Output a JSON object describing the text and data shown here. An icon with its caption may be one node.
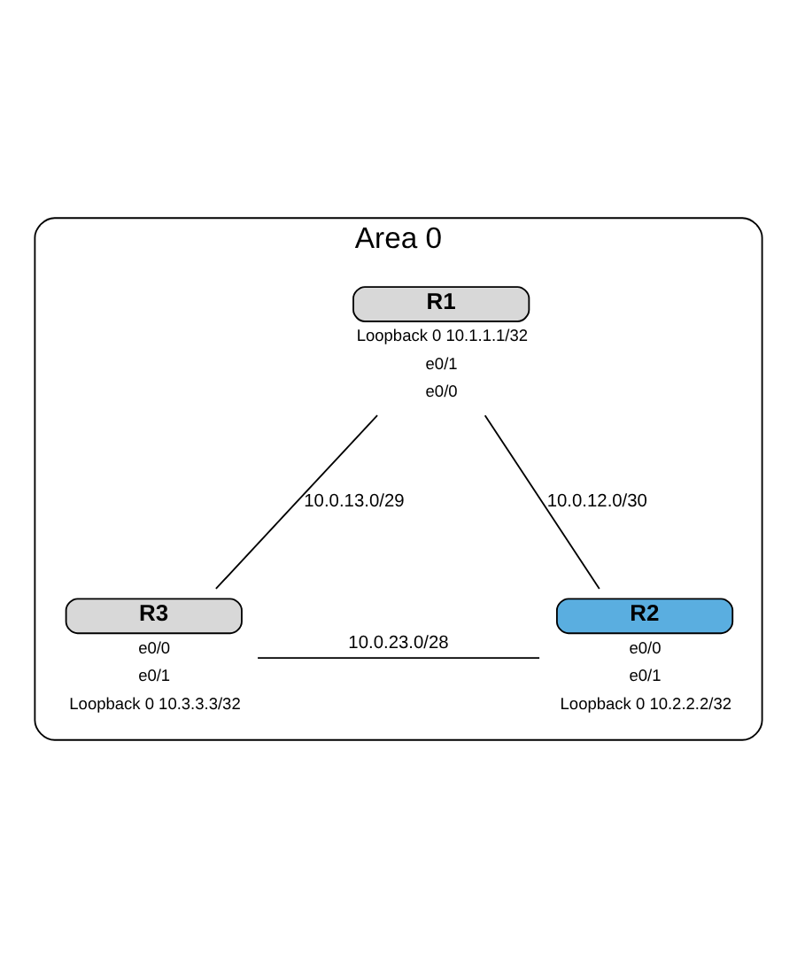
{
  "diagram": {
    "nodes": [
      {
        "text": [
          "Area 0"
        ]
      },
      {
        "text": [
          "R1"
        ],
        "in": 0,
        "beside": [
          "Loopback 0 10.1.1.1/32",
          "e0/1",
          "e0/0"
        ]
      },
      {
        "text": [
          "R3"
        ],
        "in": 0,
        "beside": [
          "e0/0",
          "e0/1",
          "Loopback 0 10.3.3.3/32"
        ]
      },
      {
        "text": [
          "R2"
        ],
        "in": 0,
        "beside": [
          "e0/0",
          "e0/1",
          "Loopback 0 10.2.2.2/32"
        ]
      }
    ],
    "edges": [
      {
        "from": 1,
        "to": 2,
        "arrow": "none",
        "label": "10.0.13.0/29"
      },
      {
        "from": 1,
        "to": 3,
        "arrow": "none",
        "label": "10.0.12.0/30"
      },
      {
        "from": 2,
        "to": 3,
        "arrow": "none",
        "label": "10.0.23.0/28"
      }
    ]
  }
}
